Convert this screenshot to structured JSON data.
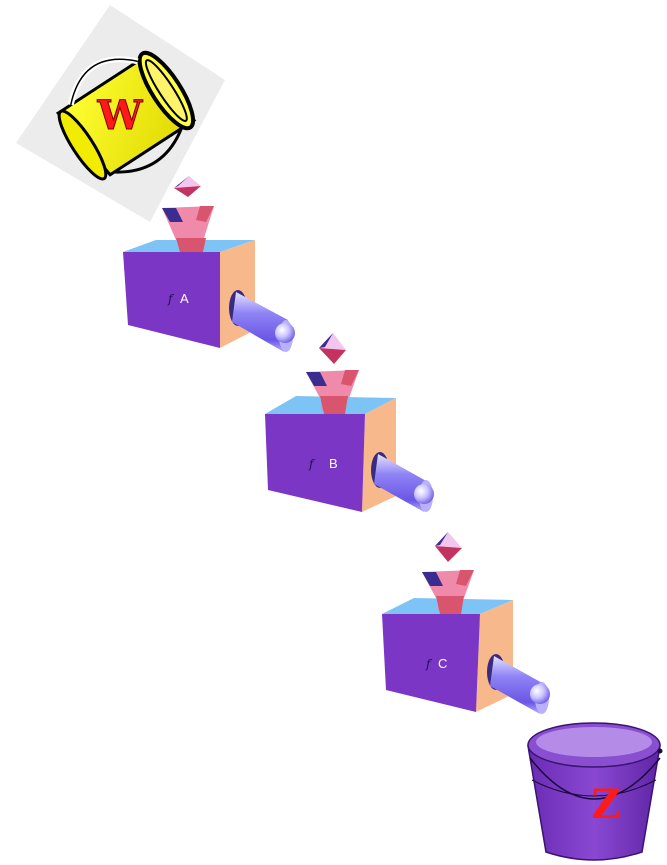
{
  "input_bucket": {
    "letter": "W",
    "body_color": "#ffff00",
    "letter_color": "#ff0000"
  },
  "machines": [
    {
      "func_symbol": "f",
      "label": "A"
    },
    {
      "func_symbol": "f",
      "label": "B"
    },
    {
      "func_symbol": "f",
      "label": "C"
    }
  ],
  "output_bucket": {
    "letter": "Z",
    "body_color": "#7d3cc4",
    "letter_color": "#ff0000"
  },
  "colors": {
    "box_front": "#7b36c6",
    "box_top": "#7ec3f5",
    "box_side": "#f7b98c",
    "funnel": "#f08aaa",
    "funnel_dark": "#d9556e",
    "gem_top": "#f3c6ef",
    "gem_bottom": "#c2335f",
    "gem_side": "#3b2d8f",
    "pipe": "#7a6cf0",
    "pipe_light": "#e9e6ff"
  }
}
